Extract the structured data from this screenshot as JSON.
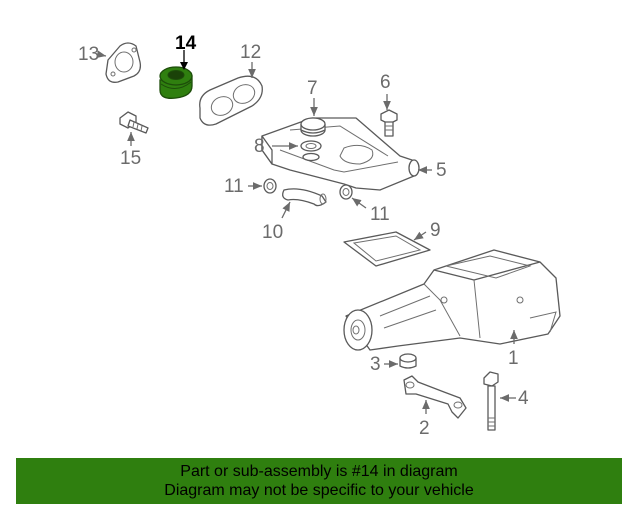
{
  "highlight_color": "#2f7f0f",
  "banner_color": "#2f7f0f",
  "callouts": {
    "c1": "1",
    "c2": "2",
    "c3": "3",
    "c4": "4",
    "c5": "5",
    "c6": "6",
    "c7": "7",
    "c8": "8",
    "c9": "9",
    "c10": "10",
    "c11a": "11",
    "c11b": "11",
    "c12": "12",
    "c13": "13",
    "c14": "14",
    "c15": "15"
  },
  "banner": {
    "line1": "Part or sub-assembly is #14 in diagram",
    "line2": "Diagram may not be specific to your vehicle"
  }
}
